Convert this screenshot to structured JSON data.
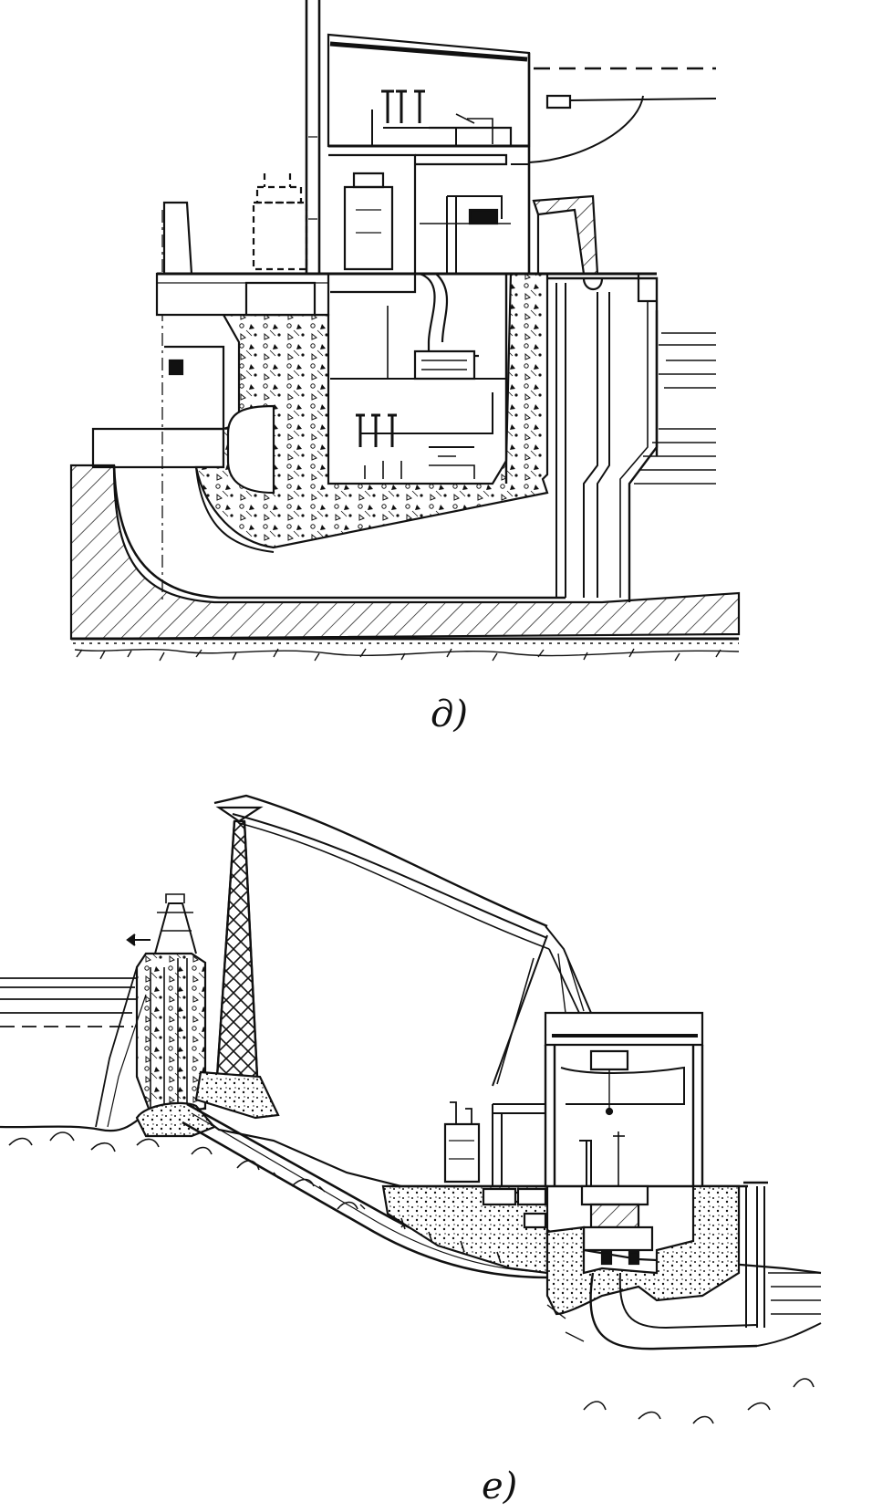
{
  "figures": [
    {
      "id": "d",
      "label": "д)"
    },
    {
      "id": "e",
      "label": "е)"
    }
  ],
  "colors": {
    "ink": "#111111",
    "paper": "#ffffff",
    "water": "#111111"
  }
}
